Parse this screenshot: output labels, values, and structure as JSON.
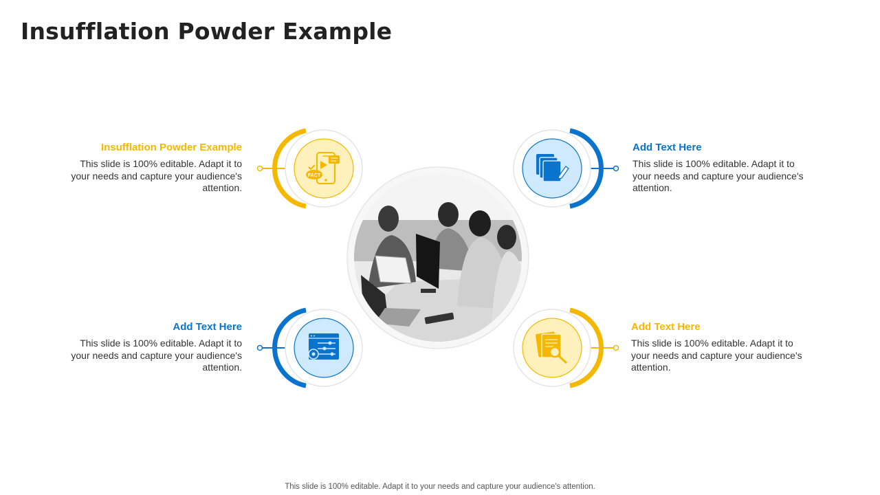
{
  "title": "Insufflation Powder Example",
  "colors": {
    "yellow": "#F5B800",
    "blue": "#0A74CC",
    "yellow_fill": "#FFF0BC",
    "blue_fill": "#CFEAFF"
  },
  "items": [
    {
      "heading": "Insufflation Powder Example",
      "body": "This slide is 100% editable. Adapt it to your needs and capture your audience's attention.",
      "accent": "yellow",
      "icon": "mobile-fact-video-icon"
    },
    {
      "heading": "Add Text Here",
      "body": "This slide is 100% editable. Adapt it to your needs and capture your audience's attention.",
      "accent": "blue",
      "icon": "documents-edit-icon"
    },
    {
      "heading": "Add Text Here",
      "body": "This slide is 100% editable. Adapt it to your needs and capture your audience's attention.",
      "accent": "blue",
      "icon": "settings-panel-icon"
    },
    {
      "heading": "Add Text Here",
      "body": "This slide is 100% editable. Adapt it to your needs and capture your audience's attention.",
      "accent": "yellow",
      "icon": "document-search-icon"
    }
  ],
  "center_image": "team-meeting-photo",
  "footer": "This slide is 100% editable. Adapt it to your needs and capture your audience's attention."
}
